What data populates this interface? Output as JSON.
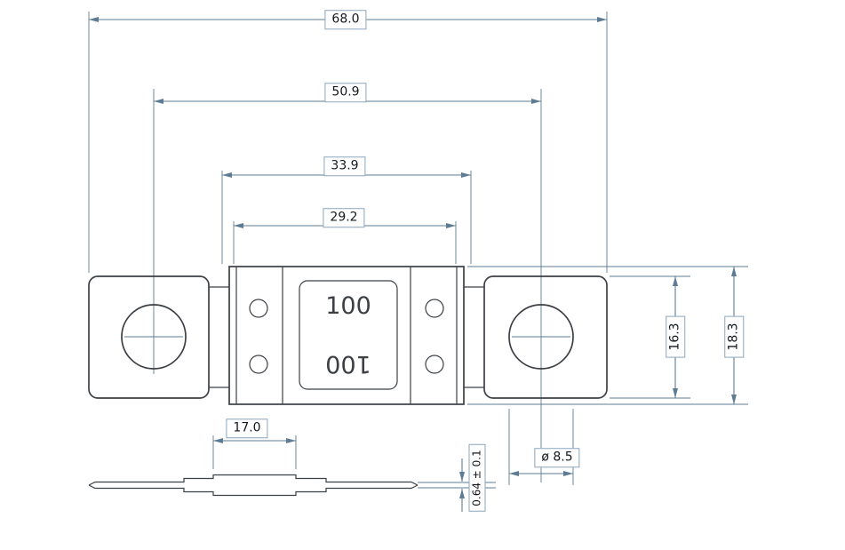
{
  "colors": {
    "dim-line": "#5d7b94",
    "dim-border": "#8aa5bd",
    "part-line": "#3c4045",
    "text": "#14191f"
  },
  "labels": {
    "overall_length": "68.0",
    "hole_spacing": "50.9",
    "housing_length_outer": "33.9",
    "housing_length_inner": "29.2",
    "terminal_height": "16.3",
    "overall_height": "18.3",
    "hole_diameter": "ø 8.5",
    "side_center_length": "17.0",
    "blade_thickness": "0.64 ± 0.1"
  },
  "fuse": {
    "rating_top": "100",
    "rating_bottom": "100"
  }
}
